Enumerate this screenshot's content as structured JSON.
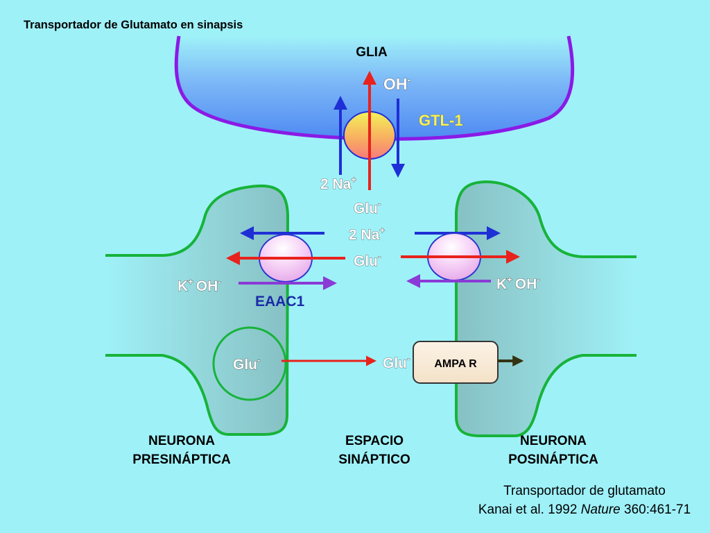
{
  "title": "Transportador de Glutamato en sinapsis",
  "glia": {
    "label": "GLIA",
    "transporter_name": "GTL-1",
    "ion_out": "OH",
    "ion_out_sup": "-",
    "ion_in": "2 Na",
    "ion_in_sup": "+"
  },
  "cleft": {
    "glu_top": "Glu",
    "glu_top_sup": "-",
    "na": "2 Na",
    "na_sup": "+",
    "glu_mid": "Glu",
    "glu_mid_sup": "-",
    "glu_receptor": "Glu",
    "glu_receptor_sup": "-"
  },
  "presynaptic": {
    "transporter_name": "EAAC1",
    "k": "K",
    "k_sup": "+",
    "oh": "OH",
    "oh_sup": "-",
    "vesicle_glu": "Glu",
    "vesicle_glu_sup": "-"
  },
  "postsynaptic": {
    "k": "K",
    "k_sup": "+",
    "oh": "OH",
    "oh_sup": "-",
    "receptor": "AMPA R"
  },
  "regions": {
    "pre_line1": "NEURONA",
    "pre_line2": "PRESINÁPTICA",
    "cleft_line1": "ESPACIO",
    "cleft_line2": "SINÁPTICO",
    "post_line1": "NEURONA",
    "post_line2": "POSINÁPTICA"
  },
  "citation": {
    "line1": "Transportador de glutamato",
    "authors": "Kanai et al. 1992 ",
    "journal": "Nature",
    "ref": " 360:461-71"
  },
  "colors": {
    "background": "#9ff1f8",
    "glia_fill": "#4f8af2",
    "glia_border": "#8a1ae6",
    "neuron_border": "#17b33a",
    "sodium_arrow": "#1f2fd6",
    "glutamate_arrow": "#e8221c",
    "potassium_arrow": "#8a3ad6",
    "gtl1_label": "#f7f25a",
    "eaac1_label": "#1a2aa8"
  }
}
